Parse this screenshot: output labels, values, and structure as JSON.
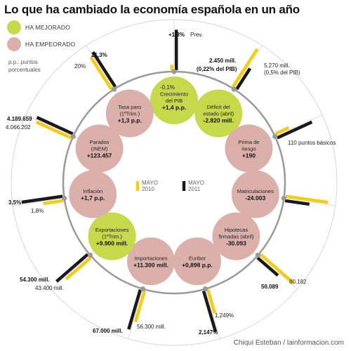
{
  "title": "Lo que ha cambiado la economía española en un año",
  "legend": {
    "improved": "HA MEJORADO",
    "worsened": "HA EMPEORADO",
    "improved_color": "#c5d94a",
    "worsened_color": "#dbb0ab"
  },
  "pp_note": "p.p.: puntos porcentuales",
  "credit": "Chiqui Esteban / lainformacion.com",
  "series_colors": {
    "2010": "#f2cd12",
    "2011": "#1a1a1a"
  },
  "center_legend": {
    "y2010_line1": "MAYO",
    "y2010_line2": "2010",
    "y2011_line1": "MAYO",
    "y2011_line2": "2011"
  },
  "chart_data": {
    "type": "radial",
    "series": [
      {
        "name": "MAYO 2010"
      },
      {
        "name": "MAYO 2011"
      }
    ],
    "indicators": [
      {
        "name": "Crecimiento del PIB",
        "lines": [
          "Crecimiento",
          "del PIB"
        ],
        "change": "+1,4 p.p.",
        "status": "improved",
        "label_2010": "-0,1%",
        "label_2011": "+1,3% Prev.",
        "len_2010": 0.12,
        "len_2011": 0.9
      },
      {
        "name": "Déficit del estado (abril)",
        "lines": [
          "Déficit del",
          "estado (abril)"
        ],
        "change": "-2.820 mill.",
        "status": "improved",
        "label_2010": "5.270 mill. (0,5% del PIB)",
        "label_2011": "2.450 mill. (0,22% del PIB)",
        "len_2010": 1.0,
        "len_2011": 0.55
      },
      {
        "name": "Prima de riesgo",
        "lines": [
          "Prima de",
          "riesgo"
        ],
        "change": "+190",
        "status": "worsened",
        "label_2010": "110 puntos básicos",
        "label_2011": "",
        "len_2010": 0.33,
        "len_2011": 0.85
      },
      {
        "name": "Matriculaciones",
        "lines": [
          "Matriculaciones"
        ],
        "change": "-24.003",
        "status": "worsened",
        "label_2010": "",
        "label_2011": "",
        "len_2010": 0.95,
        "len_2011": 0.55
      },
      {
        "name": "Hipotecas firmadas (abril)",
        "lines": [
          "Hipotecas",
          "firmadas (abril)"
        ],
        "change": "-30.093",
        "status": "worsened",
        "label_2010": "80.182",
        "label_2011": "50.089",
        "len_2010": 0.97,
        "len_2011": 0.6
      },
      {
        "name": "Euribor",
        "lines": [
          "Euribor"
        ],
        "change": "+0,898 p.p.",
        "status": "worsened",
        "label_2010": "1,249%",
        "label_2011": "2,147%",
        "len_2010": 0.55,
        "len_2011": 0.95
      },
      {
        "name": "Importaciones",
        "lines": [
          "Importaciones"
        ],
        "change": "+11.300 mill.",
        "status": "worsened",
        "label_2010": "56.300 mill.",
        "label_2011": "67.000 mill.",
        "len_2010": 0.72,
        "len_2011": 0.92
      },
      {
        "name": "Exportaciones (1ºTrim.)",
        "lines": [
          "Exportaciones",
          "(1ºTrim.)"
        ],
        "change": "+9.900 mill.",
        "status": "improved",
        "label_2010": "43.400 mill.",
        "label_2011": "54.300 mill.",
        "len_2010": 0.72,
        "len_2011": 0.92
      },
      {
        "name": "Inflación",
        "lines": [
          "Inflación"
        ],
        "change": "+1,7 p.p.",
        "status": "worsened",
        "label_2010": "1,8%",
        "label_2011": "3,5%",
        "len_2010": 0.45,
        "len_2011": 0.92
      },
      {
        "name": "Parados (INEM)",
        "lines": [
          "Parados",
          "(INEM)"
        ],
        "change": "+123.457",
        "status": "worsened",
        "label_2010": "4.066.202",
        "label_2011": "4.189.659",
        "len_2010": 0.85,
        "len_2011": 0.88
      },
      {
        "name": "Tasa paro (1ºTrim.)",
        "lines": [
          "Tasa paro",
          "(1ºTrim.)"
        ],
        "change": "+1,3 p.p.",
        "status": "worsened",
        "label_2010": "20%",
        "label_2011": "21,3%",
        "len_2010": 0.85,
        "len_2011": 0.92
      }
    ]
  }
}
